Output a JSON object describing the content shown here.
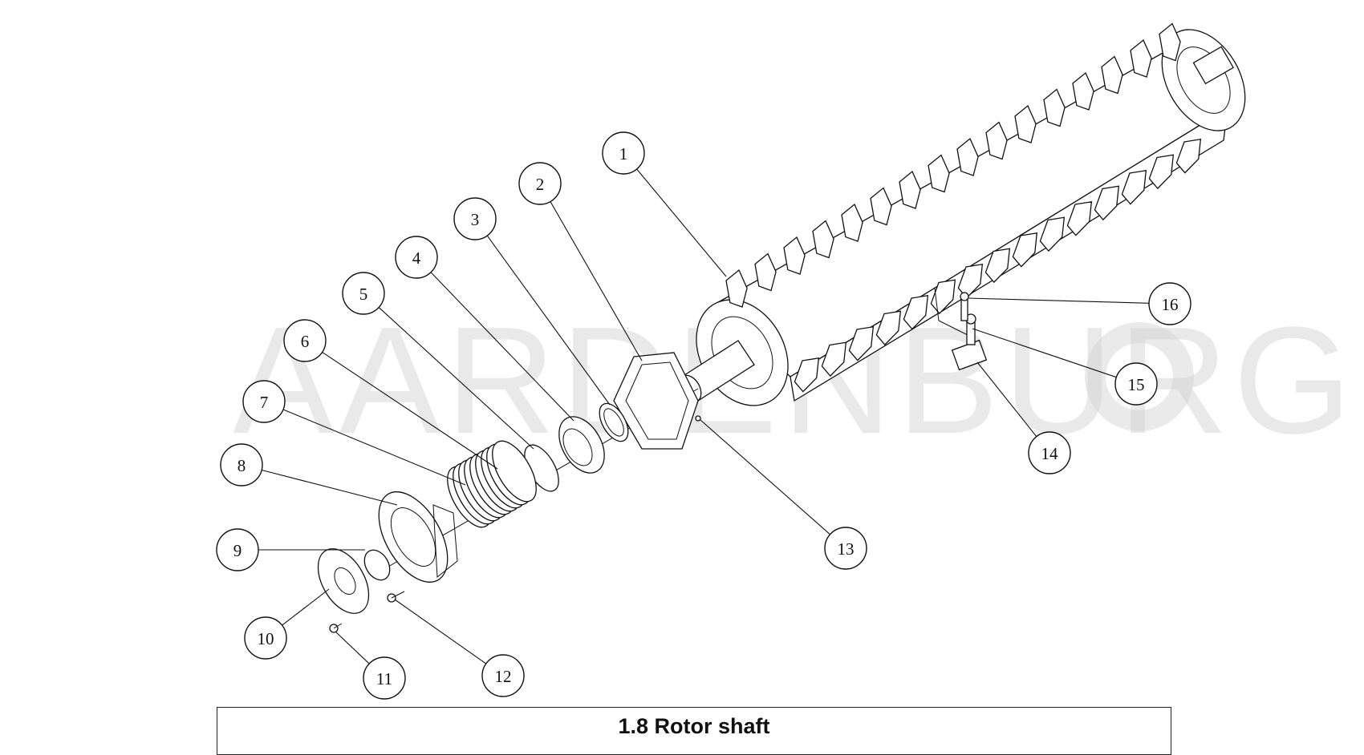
{
  "watermark": {
    "text": "AARDENBURG"
  },
  "caption": "1.8 Rotor shaft",
  "callouts": [
    {
      "label": "1"
    },
    {
      "label": "2"
    },
    {
      "label": "3"
    },
    {
      "label": "4"
    },
    {
      "label": "5"
    },
    {
      "label": "6"
    },
    {
      "label": "7"
    },
    {
      "label": "8"
    },
    {
      "label": "9"
    },
    {
      "label": "10"
    },
    {
      "label": "11"
    },
    {
      "label": "12"
    },
    {
      "label": "13"
    },
    {
      "label": "14"
    },
    {
      "label": "15"
    },
    {
      "label": "16"
    }
  ]
}
